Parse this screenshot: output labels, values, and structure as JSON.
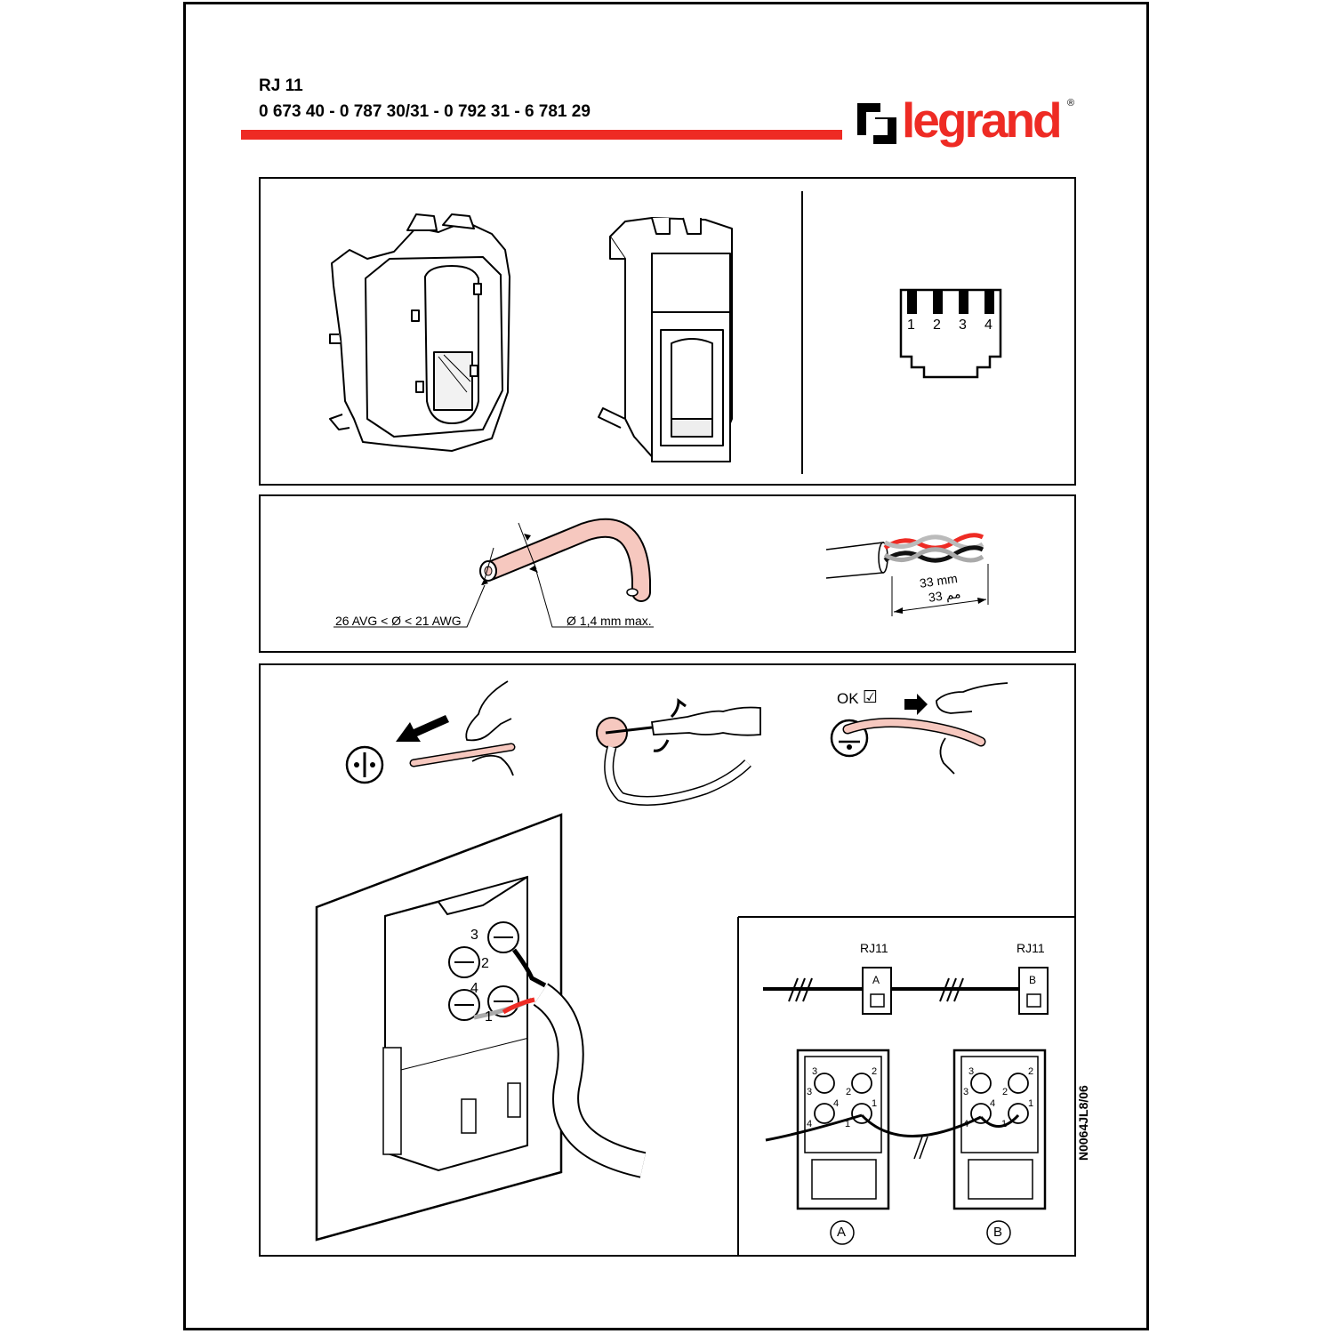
{
  "header": {
    "title": "RJ 11",
    "references": "0 673 40 - 0 787 30/31 - 0 792 31 - 6 781 29",
    "logo_text": "legrand",
    "logo_reg": "®",
    "brand_color": "#ee2b24"
  },
  "pinout": {
    "pins": [
      "1",
      "2",
      "3",
      "4"
    ]
  },
  "cable_spec": {
    "awg_range": "26 AVG < Ø < 21 AWG",
    "diameter_max": "Ø 1,4 mm max.",
    "strip_length": "33 mm",
    "strip_length_alt": "33 مم"
  },
  "steps": {
    "ok_label": "OK",
    "ok_mark": "☑"
  },
  "terminal_block": {
    "labels": [
      "3",
      "2",
      "4",
      "1"
    ]
  },
  "wiring": {
    "socket_a_label": "RJ11",
    "socket_b_label": "RJ11",
    "socket_a_letter": "A",
    "socket_b_letter": "B",
    "circle_a": "A",
    "circle_b": "B",
    "terminals": [
      "3",
      "2",
      "3",
      "2",
      "4",
      "1",
      "4",
      "1"
    ]
  },
  "doc_code": "N0064JL8/06"
}
